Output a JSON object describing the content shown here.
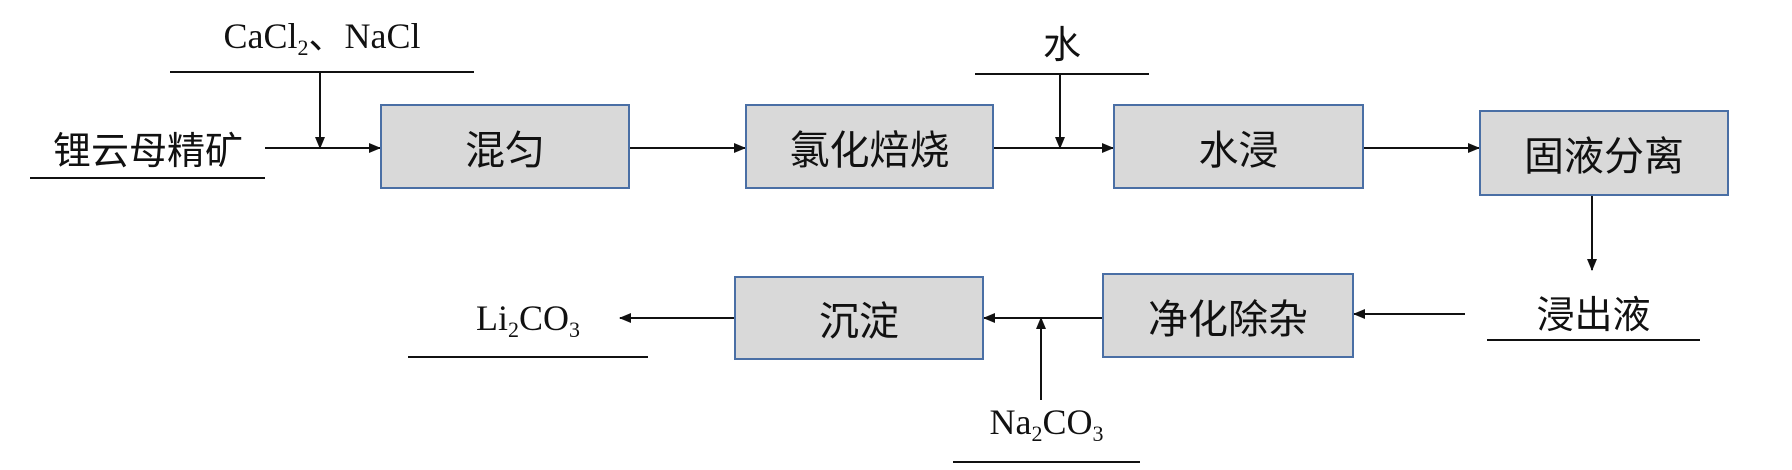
{
  "feed": {
    "ore": "锂云母精矿",
    "additive": {
      "p1": "CaCl",
      "s1": "2",
      "p2": "、NaCl"
    },
    "water": "水",
    "precipitant": {
      "p1": "Na",
      "s1": "2",
      "p2": "CO",
      "s2": "3"
    }
  },
  "steps": {
    "mix": "混匀",
    "roast": "氯化焙烧",
    "leach": "水浸",
    "separate": "固液分离",
    "purify": "净化除杂",
    "precipitate": "沉淀"
  },
  "intermediate": {
    "leachate": "浸出液"
  },
  "product": {
    "p1": "Li",
    "s1": "2",
    "p2": "CO",
    "s2": "3"
  },
  "colors": {
    "box_fill": "#d9d9d9",
    "box_border": "#4a6fa5",
    "line": "#111111"
  }
}
